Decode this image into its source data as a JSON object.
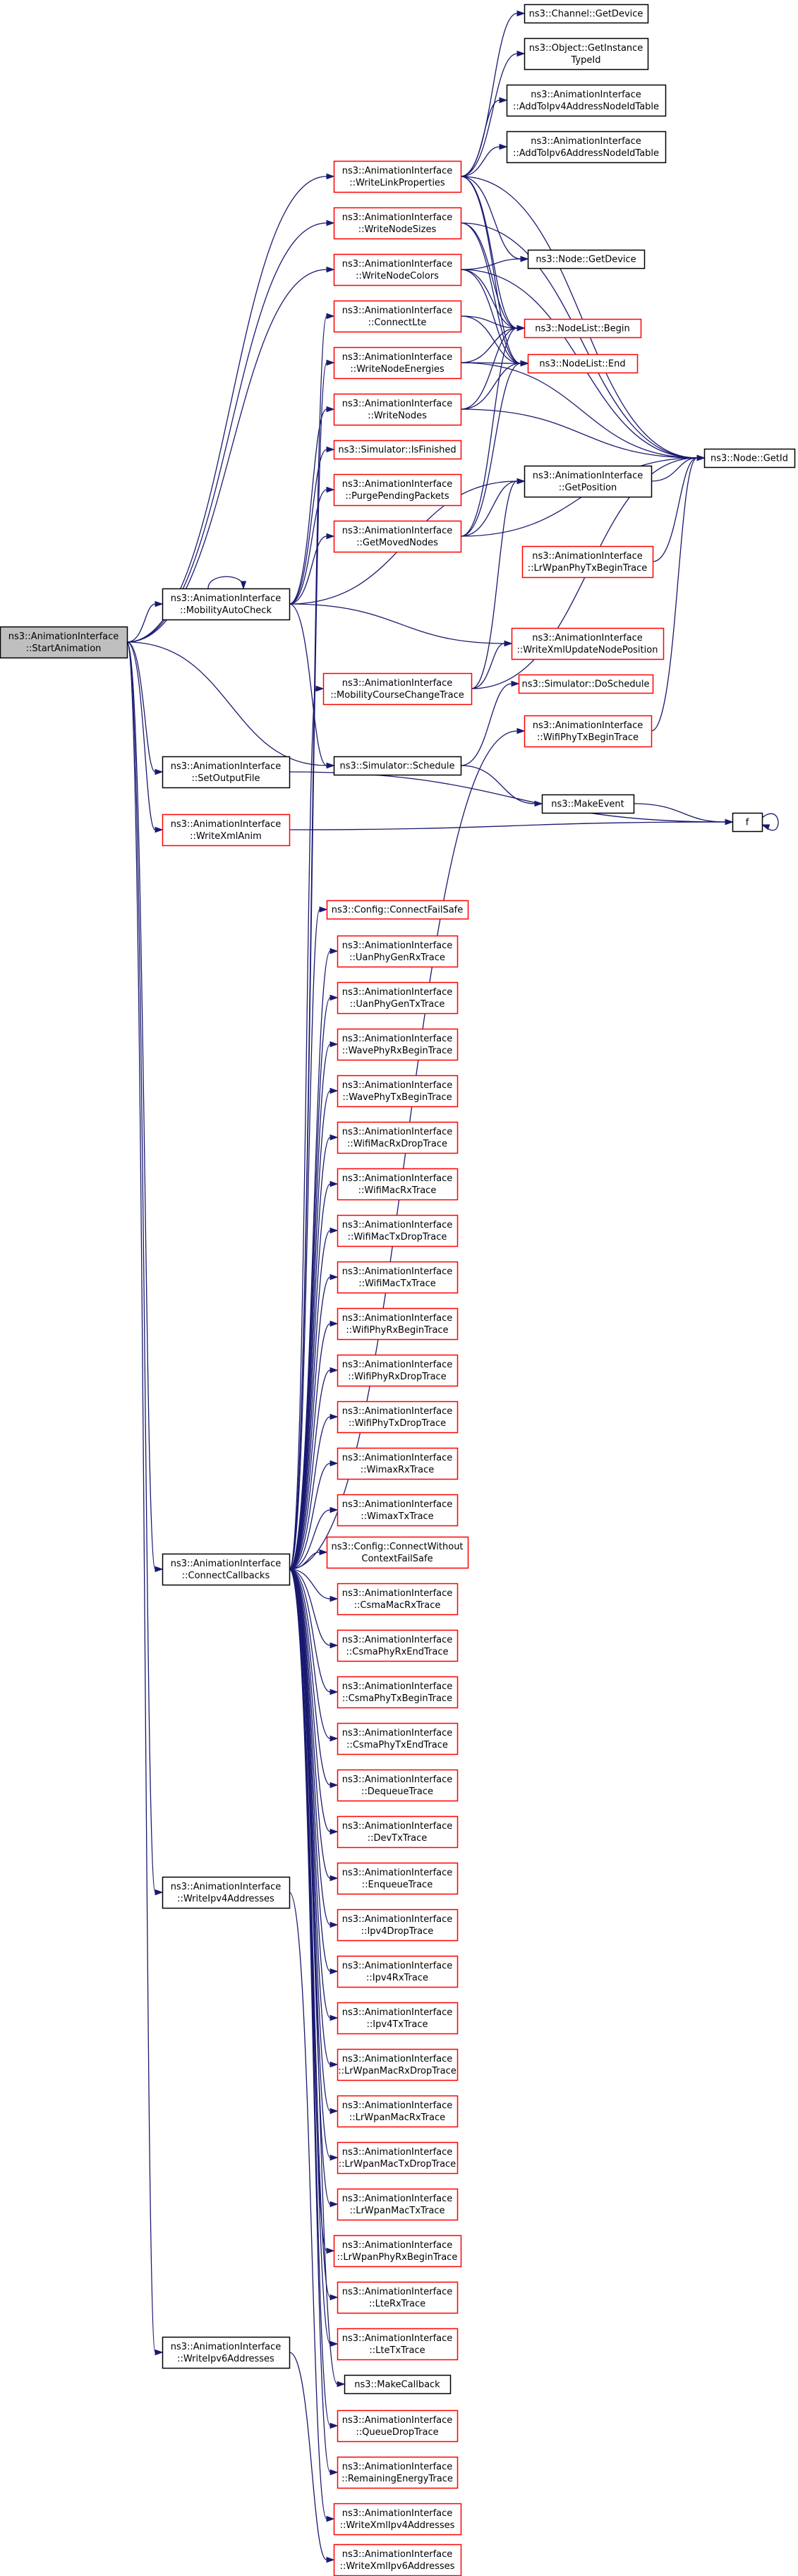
{
  "colors": {
    "edge": "#191970",
    "border_normal": "#000000",
    "border_truncated": "#ff0000",
    "fill_root": "#bfbfbf",
    "fill_default": "#ffffff"
  },
  "graph": {
    "root": "start",
    "nodes": [
      {
        "id": "start",
        "lines": [
          "ns3::AnimationInterface",
          "::StartAnimation"
        ],
        "kind": "root"
      },
      {
        "id": "mobCheck",
        "lines": [
          "ns3::AnimationInterface",
          "::MobilityAutoCheck"
        ],
        "kind": "normal"
      },
      {
        "id": "setOut",
        "lines": [
          "ns3::AnimationInterface",
          "::SetOutputFile"
        ],
        "kind": "normal"
      },
      {
        "id": "writeXmlAnim",
        "lines": [
          "ns3::AnimationInterface",
          "::WriteXmlAnim"
        ],
        "kind": "truncated"
      },
      {
        "id": "connectCb",
        "lines": [
          "ns3::AnimationInterface",
          "::ConnectCallbacks"
        ],
        "kind": "normal"
      },
      {
        "id": "writeIpv4",
        "lines": [
          "ns3::AnimationInterface",
          "::WriteIpv4Addresses"
        ],
        "kind": "normal"
      },
      {
        "id": "writeIpv6",
        "lines": [
          "ns3::AnimationInterface",
          "::WriteIpv6Addresses"
        ],
        "kind": "normal"
      },
      {
        "id": "writeLinkProps",
        "lines": [
          "ns3::AnimationInterface",
          "::WriteLinkProperties"
        ],
        "kind": "truncated"
      },
      {
        "id": "writeNodeSizes",
        "lines": [
          "ns3::AnimationInterface",
          "::WriteNodeSizes"
        ],
        "kind": "truncated"
      },
      {
        "id": "writeNodeColors",
        "lines": [
          "ns3::AnimationInterface",
          "::WriteNodeColors"
        ],
        "kind": "truncated"
      },
      {
        "id": "connectLte",
        "lines": [
          "ns3::AnimationInterface",
          "::ConnectLte"
        ],
        "kind": "truncated"
      },
      {
        "id": "writeNodeEnergies",
        "lines": [
          "ns3::AnimationInterface",
          "::WriteNodeEnergies"
        ],
        "kind": "truncated"
      },
      {
        "id": "writeNodes",
        "lines": [
          "ns3::AnimationInterface",
          "::WriteNodes"
        ],
        "kind": "truncated"
      },
      {
        "id": "simIsFinished",
        "lines": [
          "ns3::Simulator::IsFinished"
        ],
        "kind": "truncated"
      },
      {
        "id": "purge",
        "lines": [
          "ns3::AnimationInterface",
          "::PurgePendingPackets"
        ],
        "kind": "truncated"
      },
      {
        "id": "getMoved",
        "lines": [
          "ns3::AnimationInterface",
          "::GetMovedNodes"
        ],
        "kind": "truncated"
      },
      {
        "id": "mobCourse",
        "lines": [
          "ns3::AnimationInterface",
          "::MobilityCourseChangeTrace"
        ],
        "kind": "truncated"
      },
      {
        "id": "simSchedule",
        "lines": [
          "ns3::Simulator::Schedule"
        ],
        "kind": "normal"
      },
      {
        "id": "connectFailSafe",
        "lines": [
          "ns3::Config::ConnectFailSafe"
        ],
        "kind": "truncated"
      },
      {
        "id": "uanRx",
        "lines": [
          "ns3::AnimationInterface",
          "::UanPhyGenRxTrace"
        ],
        "kind": "truncated"
      },
      {
        "id": "uanTx",
        "lines": [
          "ns3::AnimationInterface",
          "::UanPhyGenTxTrace"
        ],
        "kind": "truncated"
      },
      {
        "id": "waveRx",
        "lines": [
          "ns3::AnimationInterface",
          "::WavePhyRxBeginTrace"
        ],
        "kind": "truncated"
      },
      {
        "id": "waveTx",
        "lines": [
          "ns3::AnimationInterface",
          "::WavePhyTxBeginTrace"
        ],
        "kind": "truncated"
      },
      {
        "id": "wifiMacRxDrop",
        "lines": [
          "ns3::AnimationInterface",
          "::WifiMacRxDropTrace"
        ],
        "kind": "truncated"
      },
      {
        "id": "wifiMacRx",
        "lines": [
          "ns3::AnimationInterface",
          "::WifiMacRxTrace"
        ],
        "kind": "truncated"
      },
      {
        "id": "wifiMacTxDrop",
        "lines": [
          "ns3::AnimationInterface",
          "::WifiMacTxDropTrace"
        ],
        "kind": "truncated"
      },
      {
        "id": "wifiMacTx",
        "lines": [
          "ns3::AnimationInterface",
          "::WifiMacTxTrace"
        ],
        "kind": "truncated"
      },
      {
        "id": "wifiPhyRxBegin",
        "lines": [
          "ns3::AnimationInterface",
          "::WifiPhyRxBeginTrace"
        ],
        "kind": "truncated"
      },
      {
        "id": "wifiPhyRxDrop",
        "lines": [
          "ns3::AnimationInterface",
          "::WifiPhyRxDropTrace"
        ],
        "kind": "truncated"
      },
      {
        "id": "wifiPhyTxDrop",
        "lines": [
          "ns3::AnimationInterface",
          "::WifiPhyTxDropTrace"
        ],
        "kind": "truncated"
      },
      {
        "id": "wimaxRx",
        "lines": [
          "ns3::AnimationInterface",
          "::WimaxRxTrace"
        ],
        "kind": "truncated"
      },
      {
        "id": "wimaxTx",
        "lines": [
          "ns3::AnimationInterface",
          "::WimaxTxTrace"
        ],
        "kind": "truncated"
      },
      {
        "id": "connectWithout",
        "lines": [
          "ns3::Config::ConnectWithout",
          "ContextFailSafe"
        ],
        "kind": "truncated"
      },
      {
        "id": "csmaMacRx",
        "lines": [
          "ns3::AnimationInterface",
          "::CsmaMacRxTrace"
        ],
        "kind": "truncated"
      },
      {
        "id": "csmaPhyRxEnd",
        "lines": [
          "ns3::AnimationInterface",
          "::CsmaPhyRxEndTrace"
        ],
        "kind": "truncated"
      },
      {
        "id": "csmaPhyTxBegin",
        "lines": [
          "ns3::AnimationInterface",
          "::CsmaPhyTxBeginTrace"
        ],
        "kind": "truncated"
      },
      {
        "id": "csmaPhyTxEnd",
        "lines": [
          "ns3::AnimationInterface",
          "::CsmaPhyTxEndTrace"
        ],
        "kind": "truncated"
      },
      {
        "id": "dequeue",
        "lines": [
          "ns3::AnimationInterface",
          "::DequeueTrace"
        ],
        "kind": "truncated"
      },
      {
        "id": "devTx",
        "lines": [
          "ns3::AnimationInterface",
          "::DevTxTrace"
        ],
        "kind": "truncated"
      },
      {
        "id": "enqueue",
        "lines": [
          "ns3::AnimationInterface",
          "::EnqueueTrace"
        ],
        "kind": "truncated"
      },
      {
        "id": "ipv4Drop",
        "lines": [
          "ns3::AnimationInterface",
          "::Ipv4DropTrace"
        ],
        "kind": "truncated"
      },
      {
        "id": "ipv4Rx",
        "lines": [
          "ns3::AnimationInterface",
          "::Ipv4RxTrace"
        ],
        "kind": "truncated"
      },
      {
        "id": "ipv4Tx",
        "lines": [
          "ns3::AnimationInterface",
          "::Ipv4TxTrace"
        ],
        "kind": "truncated"
      },
      {
        "id": "lrMacRxDrop",
        "lines": [
          "ns3::AnimationInterface",
          "::LrWpanMacRxDropTrace"
        ],
        "kind": "truncated"
      },
      {
        "id": "lrMacRx",
        "lines": [
          "ns3::AnimationInterface",
          "::LrWpanMacRxTrace"
        ],
        "kind": "truncated"
      },
      {
        "id": "lrMacTxDrop",
        "lines": [
          "ns3::AnimationInterface",
          "::LrWpanMacTxDropTrace"
        ],
        "kind": "truncated"
      },
      {
        "id": "lrMacTx",
        "lines": [
          "ns3::AnimationInterface",
          "::LrWpanMacTxTrace"
        ],
        "kind": "truncated"
      },
      {
        "id": "lrPhyRxBegin",
        "lines": [
          "ns3::AnimationInterface",
          "::LrWpanPhyRxBeginTrace"
        ],
        "kind": "truncated"
      },
      {
        "id": "lteRx",
        "lines": [
          "ns3::AnimationInterface",
          "::LteRxTrace"
        ],
        "kind": "truncated"
      },
      {
        "id": "lteTx",
        "lines": [
          "ns3::AnimationInterface",
          "::LteTxTrace"
        ],
        "kind": "truncated"
      },
      {
        "id": "makeCallback",
        "lines": [
          "ns3::MakeCallback"
        ],
        "kind": "normal"
      },
      {
        "id": "queueDrop",
        "lines": [
          "ns3::AnimationInterface",
          "::QueueDropTrace"
        ],
        "kind": "truncated"
      },
      {
        "id": "remEnergy",
        "lines": [
          "ns3::AnimationInterface",
          "::RemainingEnergyTrace"
        ],
        "kind": "truncated"
      },
      {
        "id": "writeXmlIpv4",
        "lines": [
          "ns3::AnimationInterface",
          "::WriteXmlIpv4Addresses"
        ],
        "kind": "truncated"
      },
      {
        "id": "writeXmlIpv6",
        "lines": [
          "ns3::AnimationInterface",
          "::WriteXmlIpv6Addresses"
        ],
        "kind": "truncated"
      },
      {
        "id": "chGetDevice",
        "lines": [
          "ns3::Channel::GetDevice"
        ],
        "kind": "normal"
      },
      {
        "id": "objGetTypeId",
        "lines": [
          "ns3::Object::GetInstance",
          "TypeId"
        ],
        "kind": "normal"
      },
      {
        "id": "addIpv4Table",
        "lines": [
          "ns3::AnimationInterface",
          "::AddToIpv4AddressNodeIdTable"
        ],
        "kind": "normal"
      },
      {
        "id": "addIpv6Table",
        "lines": [
          "ns3::AnimationInterface",
          "::AddToIpv6AddressNodeIdTable"
        ],
        "kind": "normal"
      },
      {
        "id": "nodeGetDevice",
        "lines": [
          "ns3::Node::GetDevice"
        ],
        "kind": "normal"
      },
      {
        "id": "nlBegin",
        "lines": [
          "ns3::NodeList::Begin"
        ],
        "kind": "truncated"
      },
      {
        "id": "nlEnd",
        "lines": [
          "ns3::NodeList::End"
        ],
        "kind": "truncated"
      },
      {
        "id": "getPosition",
        "lines": [
          "ns3::AnimationInterface",
          "::GetPosition"
        ],
        "kind": "normal"
      },
      {
        "id": "lrPhyTxBegin",
        "lines": [
          "ns3::AnimationInterface",
          "::LrWpanPhyTxBeginTrace"
        ],
        "kind": "truncated"
      },
      {
        "id": "writeXmlUpdatePos",
        "lines": [
          "ns3::AnimationInterface",
          "::WriteXmlUpdateNodePosition"
        ],
        "kind": "truncated"
      },
      {
        "id": "doSchedule",
        "lines": [
          "ns3::Simulator::DoSchedule"
        ],
        "kind": "truncated"
      },
      {
        "id": "wifiPhyTxBegin",
        "lines": [
          "ns3::AnimationInterface",
          "::WifiPhyTxBeginTrace"
        ],
        "kind": "truncated"
      },
      {
        "id": "makeEvent",
        "lines": [
          "ns3::MakeEvent"
        ],
        "kind": "normal"
      },
      {
        "id": "nodeGetId",
        "lines": [
          "ns3::Node::GetId"
        ],
        "kind": "normal"
      },
      {
        "id": "f",
        "lines": [
          "f"
        ],
        "kind": "normal"
      }
    ],
    "edges": [
      [
        "start",
        "mobCheck"
      ],
      [
        "start",
        "setOut"
      ],
      [
        "start",
        "writeXmlAnim"
      ],
      [
        "start",
        "connectCb"
      ],
      [
        "start",
        "writeIpv4"
      ],
      [
        "start",
        "writeIpv6"
      ],
      [
        "start",
        "writeLinkProps"
      ],
      [
        "start",
        "writeNodeSizes"
      ],
      [
        "start",
        "writeNodeColors"
      ],
      [
        "start",
        "simSchedule"
      ],
      [
        "mobCheck",
        "mobCheck"
      ],
      [
        "mobCheck",
        "writeNodes"
      ],
      [
        "mobCheck",
        "simIsFinished"
      ],
      [
        "mobCheck",
        "purge"
      ],
      [
        "mobCheck",
        "getMoved"
      ],
      [
        "mobCheck",
        "simSchedule"
      ],
      [
        "mobCheck",
        "getPosition"
      ],
      [
        "mobCheck",
        "writeXmlUpdatePos"
      ],
      [
        "setOut",
        "f"
      ],
      [
        "writeXmlAnim",
        "f"
      ],
      [
        "writeLinkProps",
        "chGetDevice"
      ],
      [
        "writeLinkProps",
        "objGetTypeId"
      ],
      [
        "writeLinkProps",
        "addIpv4Table"
      ],
      [
        "writeLinkProps",
        "addIpv6Table"
      ],
      [
        "writeLinkProps",
        "nodeGetDevice"
      ],
      [
        "writeLinkProps",
        "nlBegin"
      ],
      [
        "writeLinkProps",
        "nlEnd"
      ],
      [
        "writeLinkProps",
        "nodeGetId"
      ],
      [
        "writeNodeSizes",
        "nlBegin"
      ],
      [
        "writeNodeSizes",
        "nlEnd"
      ],
      [
        "writeNodeSizes",
        "nodeGetId"
      ],
      [
        "writeNodeColors",
        "nodeGetDevice"
      ],
      [
        "writeNodeColors",
        "nlBegin"
      ],
      [
        "writeNodeColors",
        "nlEnd"
      ],
      [
        "writeNodeColors",
        "nodeGetId"
      ],
      [
        "connectLte",
        "nlBegin"
      ],
      [
        "connectLte",
        "nlEnd"
      ],
      [
        "writeNodeEnergies",
        "nlBegin"
      ],
      [
        "writeNodeEnergies",
        "nlEnd"
      ],
      [
        "writeNodeEnergies",
        "nodeGetId"
      ],
      [
        "writeNodes",
        "nlBegin"
      ],
      [
        "writeNodes",
        "nlEnd"
      ],
      [
        "writeNodes",
        "nodeGetId"
      ],
      [
        "getMoved",
        "nlBegin"
      ],
      [
        "getMoved",
        "nlEnd"
      ],
      [
        "getMoved",
        "getPosition"
      ],
      [
        "getMoved",
        "nodeGetId"
      ],
      [
        "mobCourse",
        "getPosition"
      ],
      [
        "mobCourse",
        "writeXmlUpdatePos"
      ],
      [
        "mobCourse",
        "nodeGetId"
      ],
      [
        "simSchedule",
        "doSchedule"
      ],
      [
        "simSchedule",
        "makeEvent"
      ],
      [
        "makeEvent",
        "f"
      ],
      [
        "f",
        "f"
      ],
      [
        "getPosition",
        "nodeGetId"
      ],
      [
        "lrPhyTxBegin",
        "nodeGetId"
      ],
      [
        "wifiPhyTxBegin",
        "nodeGetId"
      ],
      [
        "connectCb",
        "connectLte"
      ],
      [
        "connectCb",
        "writeNodeEnergies"
      ],
      [
        "connectCb",
        "mobCourse"
      ],
      [
        "connectCb",
        "wifiPhyTxBegin"
      ],
      [
        "connectCb",
        "connectFailSafe"
      ],
      [
        "connectCb",
        "uanRx"
      ],
      [
        "connectCb",
        "uanTx"
      ],
      [
        "connectCb",
        "waveRx"
      ],
      [
        "connectCb",
        "waveTx"
      ],
      [
        "connectCb",
        "wifiMacRxDrop"
      ],
      [
        "connectCb",
        "wifiMacRx"
      ],
      [
        "connectCb",
        "wifiMacTxDrop"
      ],
      [
        "connectCb",
        "wifiMacTx"
      ],
      [
        "connectCb",
        "wifiPhyRxBegin"
      ],
      [
        "connectCb",
        "wifiPhyRxDrop"
      ],
      [
        "connectCb",
        "wifiPhyTxDrop"
      ],
      [
        "connectCb",
        "wimaxRx"
      ],
      [
        "connectCb",
        "wimaxTx"
      ],
      [
        "connectCb",
        "connectWithout"
      ],
      [
        "connectCb",
        "csmaMacRx"
      ],
      [
        "connectCb",
        "csmaPhyRxEnd"
      ],
      [
        "connectCb",
        "csmaPhyTxBegin"
      ],
      [
        "connectCb",
        "csmaPhyTxEnd"
      ],
      [
        "connectCb",
        "dequeue"
      ],
      [
        "connectCb",
        "devTx"
      ],
      [
        "connectCb",
        "enqueue"
      ],
      [
        "connectCb",
        "ipv4Drop"
      ],
      [
        "connectCb",
        "ipv4Rx"
      ],
      [
        "connectCb",
        "ipv4Tx"
      ],
      [
        "connectCb",
        "lrMacRxDrop"
      ],
      [
        "connectCb",
        "lrMacRx"
      ],
      [
        "connectCb",
        "lrMacTxDrop"
      ],
      [
        "connectCb",
        "lrMacTx"
      ],
      [
        "connectCb",
        "lrPhyRxBegin"
      ],
      [
        "connectCb",
        "lteRx"
      ],
      [
        "connectCb",
        "lteTx"
      ],
      [
        "connectCb",
        "makeCallback"
      ],
      [
        "connectCb",
        "queueDrop"
      ],
      [
        "connectCb",
        "remEnergy"
      ],
      [
        "writeIpv4",
        "writeXmlIpv4"
      ],
      [
        "writeIpv6",
        "writeXmlIpv6"
      ]
    ]
  }
}
